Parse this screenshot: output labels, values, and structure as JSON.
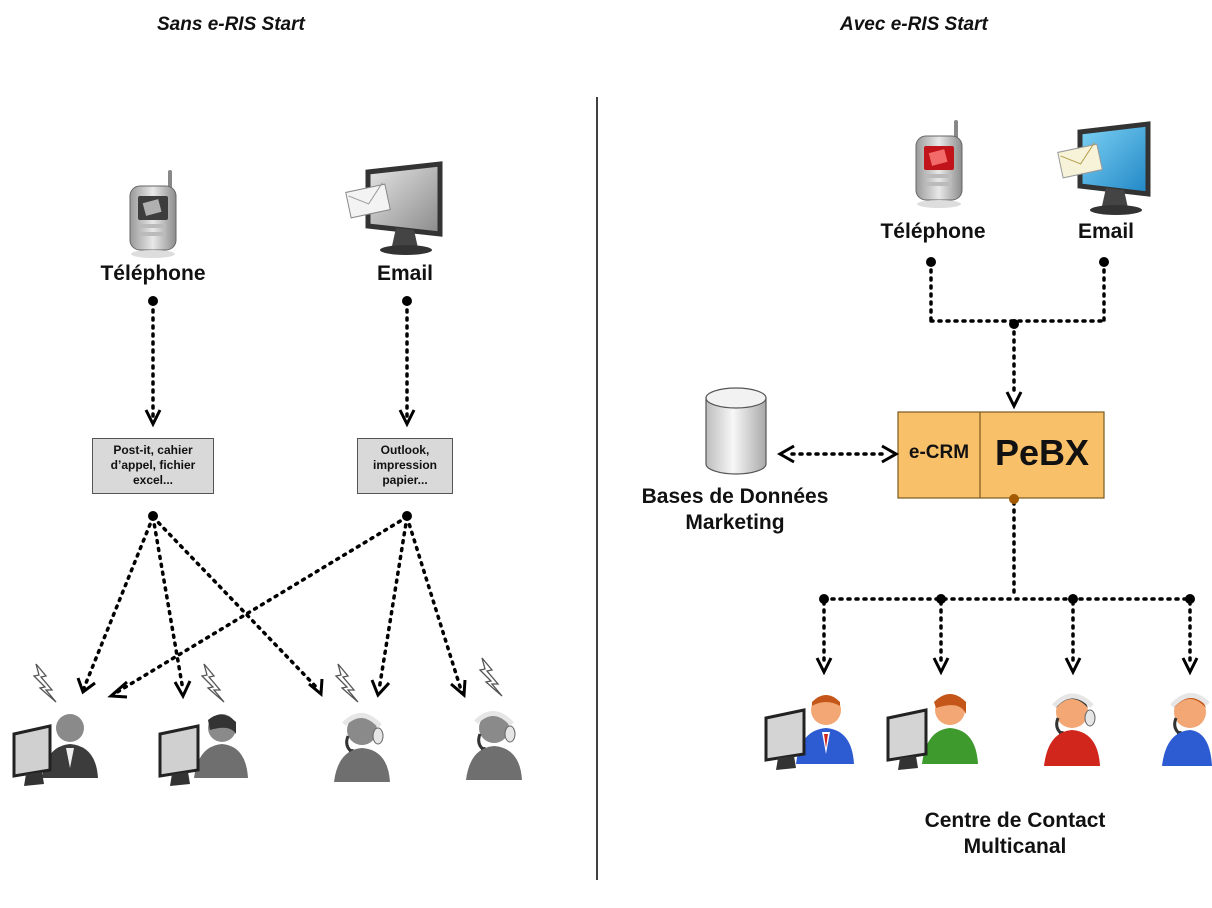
{
  "left_panel": {
    "heading": "Sans e-RIS Start",
    "phone_label": "Téléphone",
    "email_label": "Email",
    "phone_tools": "Post-it, cahier d’appel, fichier excel...",
    "email_tools": "Outlook, impression papier..."
  },
  "right_panel": {
    "heading": "Avec  e-RIS Start",
    "phone_label": "Téléphone",
    "email_label": "Email",
    "database_label_line1": "Bases de Données",
    "database_label_line2": "Marketing",
    "ecrm_label": "e-CRM",
    "pebx_label": "PeBX",
    "contact_center_line1": "Centre de Contact",
    "contact_center_line2": "Multicanal"
  },
  "colors": {
    "platform_fill": "#f9c06a",
    "platform_border": "#7a5a20",
    "tool_box_fill": "#d9d9d9",
    "agent_blue": "#2d5bd1",
    "agent_green": "#3f9a2e",
    "agent_red": "#d0261c",
    "agent_orange": "#e06b1a"
  },
  "icons": {
    "phone": "mobile-phone-icon",
    "email": "email-monitor-icon",
    "database": "database-cylinder-icon",
    "agent_desk": "agent-computer-icon",
    "agent_headset": "agent-headset-icon",
    "lightning": "lightning-icon"
  }
}
